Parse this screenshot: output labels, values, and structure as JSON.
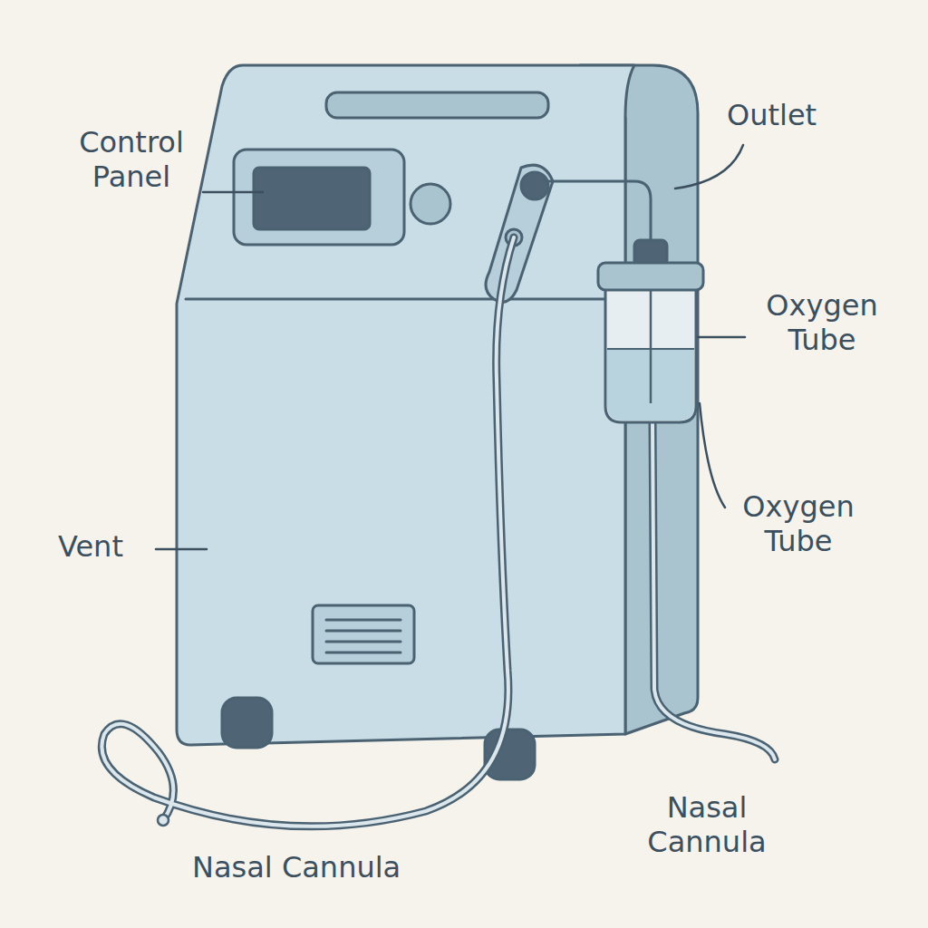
{
  "diagram": {
    "labels": [
      "Control Panel",
      "Outlet",
      "Oxygen Tube",
      "Oxygen Tube",
      "Vent",
      "Nasal Cannula",
      "Nasal Cannula"
    ]
  }
}
